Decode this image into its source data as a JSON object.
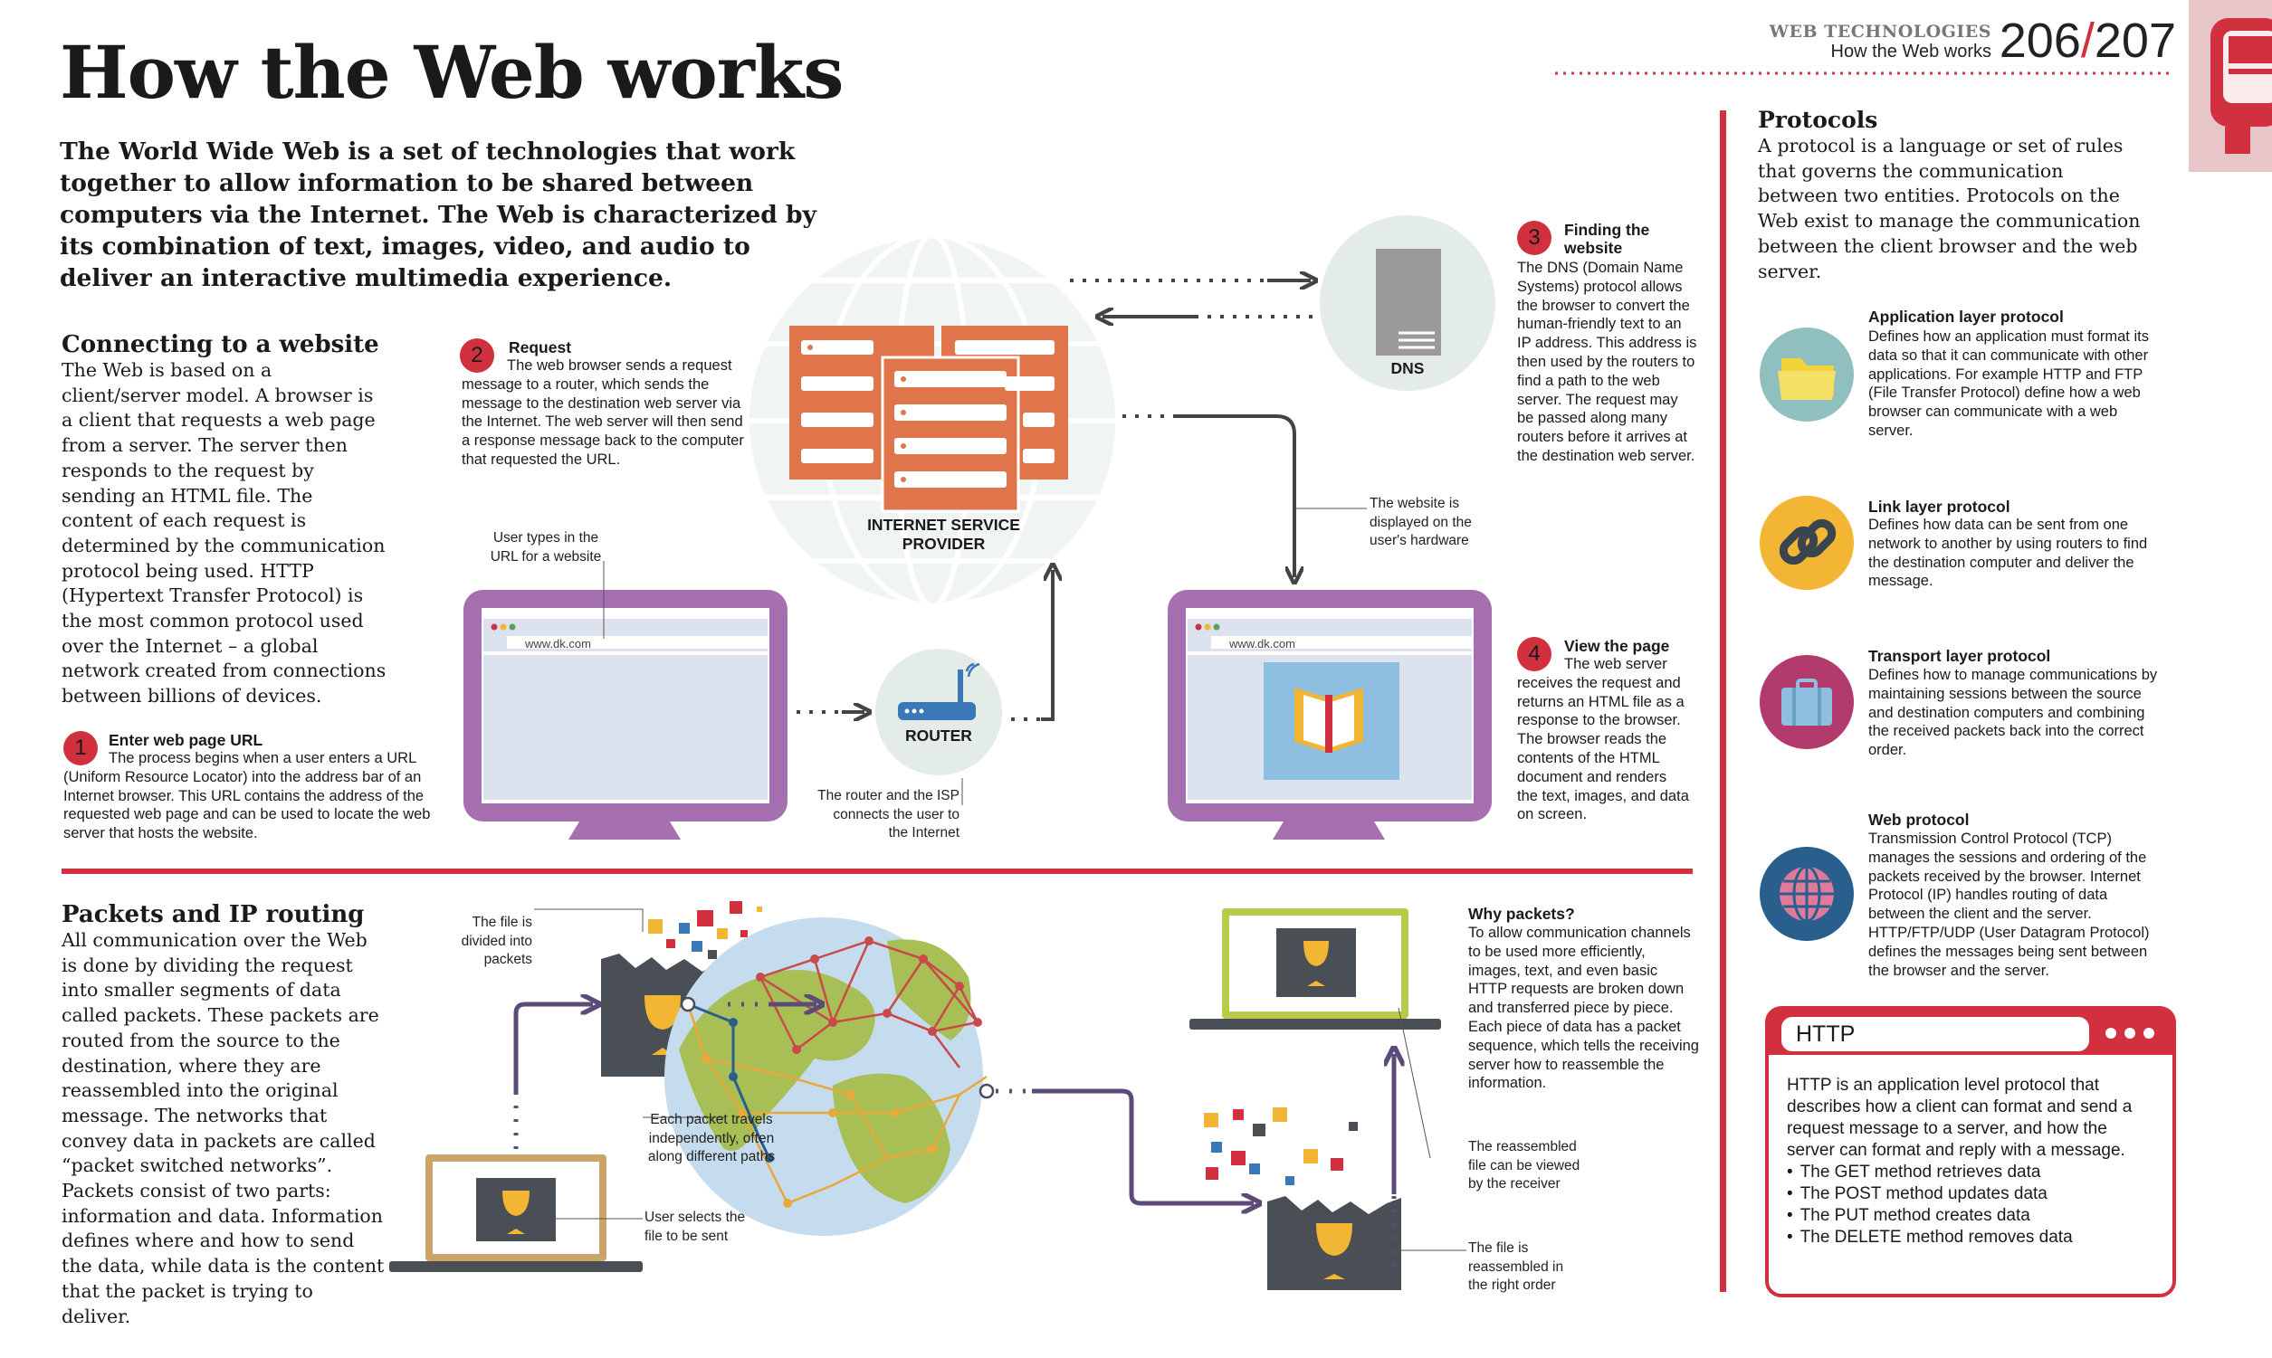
{
  "header": {
    "title": "How the Web works",
    "section_label": "WEB TECHNOLOGIES",
    "subhead": "How the Web works",
    "page_left": "206",
    "page_slash": "/",
    "page_right": "207"
  },
  "intro": "The World Wide Web is a set of technologies that work together to allow information to be shared between computers via the Internet. The Web is characterized by its combination of text, images, video, and audio to deliver an interactive multimedia experience.",
  "connecting": {
    "heading": "Connecting to a website",
    "body": "The Web is based on a client/server model. A browser is a client that requests a web page from a server. The server then responds to the request by sending an HTML file. The content of each request is determined by the communication protocol being used. HTTP (Hypertext Transfer Protocol) is the most common protocol used over the Internet – a global network created from connections between billions of devices."
  },
  "steps": [
    {
      "num": "1",
      "title": "Enter web page URL",
      "text": "The process begins when a user enters a URL (Uniform Resource Locator) into the address bar of an Internet browser. This URL contains the address of the requested web page and can be used to locate the web server that hosts the website."
    },
    {
      "num": "2",
      "title": "Request",
      "text": "The web browser sends a request message to a router, which sends the message to the destination web server via the Internet. The web server will then send a response message back to the computer that requested the URL."
    },
    {
      "num": "3",
      "title": "Finding the website",
      "text": "The DNS (Domain Name Systems) protocol allows the browser to convert the human-friendly text to an IP address. This address is then used by the routers to find a path to the web server. The request may be passed along many routers before it arrives at the destination web server."
    },
    {
      "num": "4",
      "title": "View the page",
      "text": "The web server receives the request and returns an HTML file as a response to the browser. The browser reads the contents of the HTML document and renders the text, images, and data on screen."
    }
  ],
  "diagram1": {
    "url_left": "www.dk.com",
    "url_right": "www.dk.com",
    "user_types_caption": "User types in the URL for a website",
    "router_label": "ROUTER",
    "router_caption": "The router and the ISP connects the user to the Internet",
    "isp_label": "INTERNET SERVICE PROVIDER",
    "dns_label": "DNS",
    "displayed_caption": "The website is displayed on the user's hardware"
  },
  "packets": {
    "heading": "Packets and IP routing",
    "body": "All communication over the Web is done by dividing the request into smaller segments of data called packets. These packets are routed from the source to the destination, where they are reassembled into the original message. The networks that convey data in packets are called “packet switched networks”. Packets consist of two parts: information and data. Information defines where and how to send the data, while data is the content that the packet is trying to deliver.",
    "cap_divided": "The file is divided into packets",
    "cap_selects": "User selects the file to be sent",
    "cap_travels": "Each packet travels independently, often along different paths",
    "cap_viewed": "The reassembled file can be viewed by the receiver",
    "cap_reassembled": "The file is reassembled in the right order",
    "why_title": "Why packets?",
    "why_text": "To allow communication channels to be used more efficiently, images, text, and even basic HTTP requests are broken down and transferred piece by piece. Each piece of data has a packet sequence, which tells the receiving server how to reassemble the information."
  },
  "protocols": {
    "heading": "Protocols",
    "intro": "A protocol is a language or set of rules that governs the communication between two entities. Protocols on the Web exist to manage the communication between the client browser and the web server.",
    "items": [
      {
        "title": "Application layer protocol",
        "text": "Defines how an application must format its data so that it can communicate with other applications. For example HTTP and FTP (File Transfer Protocol) define how a web browser can communicate with a web server.",
        "icon": "folder-icon",
        "color": "#8fbfbf"
      },
      {
        "title": "Link layer protocol",
        "text": "Defines how data can be sent from one network to another by using routers to find the destination computer and deliver the message.",
        "icon": "chain-link-icon",
        "color": "#f2b534"
      },
      {
        "title": "Transport layer protocol",
        "text": "Defines how to manage communications by maintaining sessions between the source and destination computers and combining the received packets back into the correct order.",
        "icon": "suitcase-icon",
        "color": "#b23a6d"
      },
      {
        "title": "Web protocol",
        "text": "Transmission Control Protocol (TCP) manages the sessions and ordering of the packets received by the browser. Internet Protocol (IP) handles routing of data between the client and the server. HTTP/FTP/UDP (User Datagram Protocol) defines the messages being sent between the browser and the server.",
        "icon": "globe-icon",
        "color": "#2a5e8c"
      }
    ]
  },
  "http_box": {
    "title": "HTTP",
    "text": "HTTP is an application level protocol that describes how a client can format and send a request message to a server, and how the server can format and reply with a message.",
    "methods": [
      "The GET method retrieves data",
      "The POST method updates data",
      "The PUT method creates data",
      "The DELETE method removes data"
    ]
  },
  "colors": {
    "accent": "#d1303f",
    "isp": "#e0744a",
    "monitor": "#a56fb0",
    "laptop": "#caa468",
    "green_laptop": "#b9c94a",
    "arrow": "#5c4b78"
  }
}
